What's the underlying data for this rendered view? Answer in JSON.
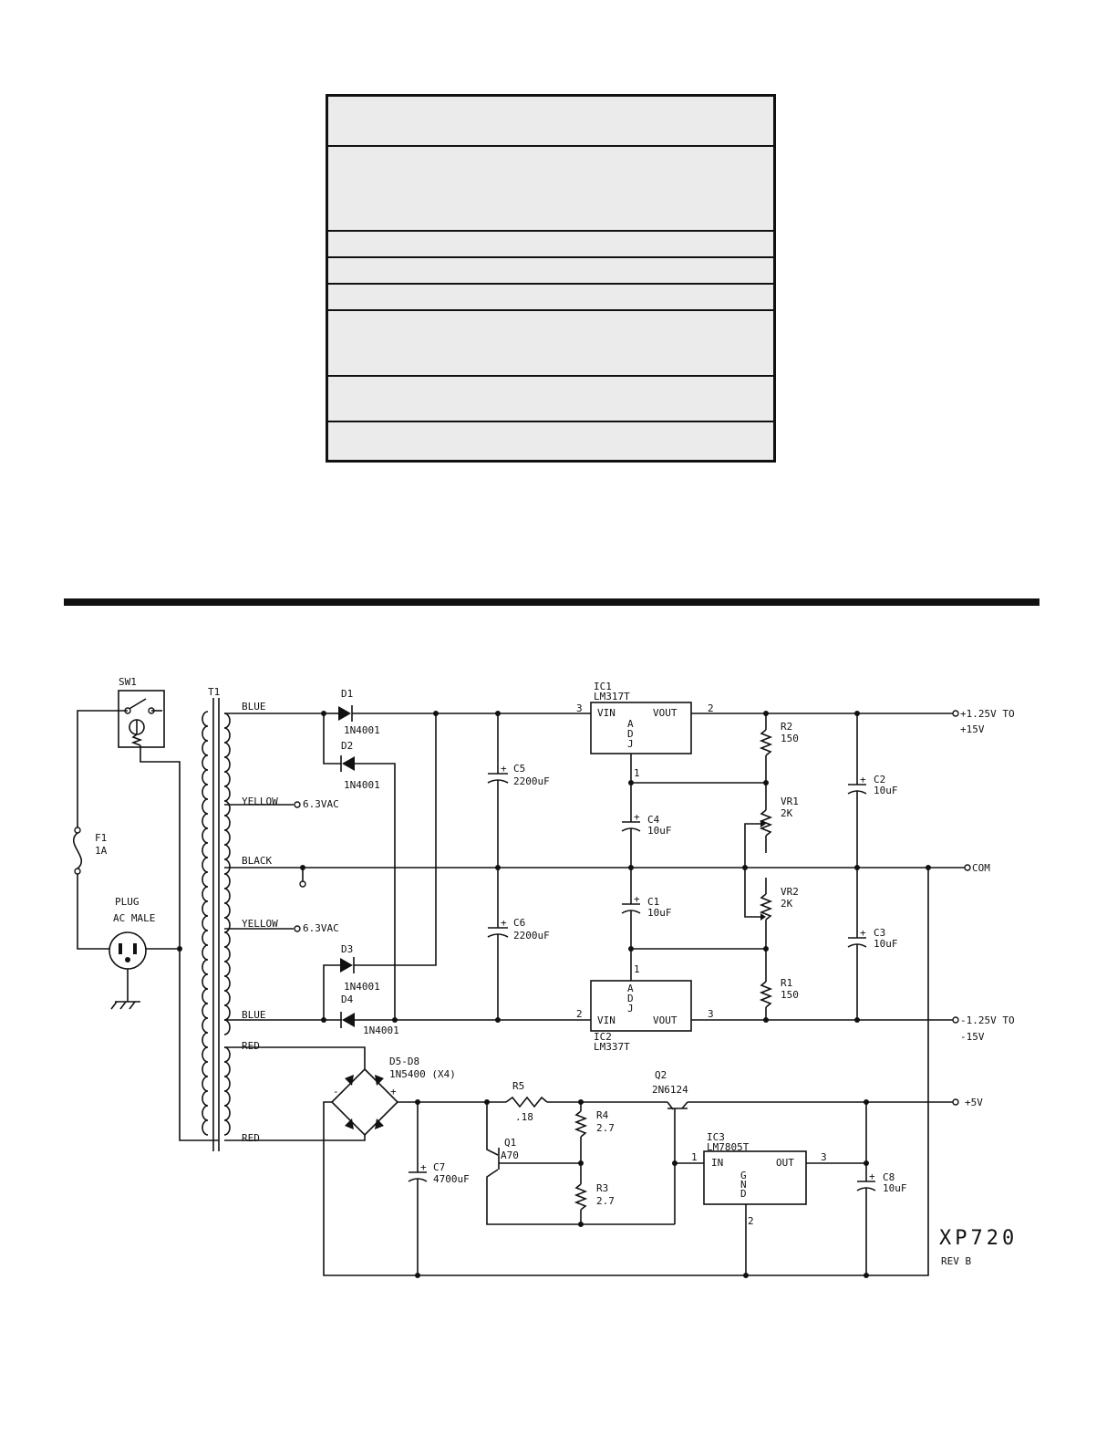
{
  "schematic": {
    "title": "XP720",
    "revision": "REV B",
    "labels": {
      "sw1": "SW1",
      "t1": "T1",
      "f1": "F1",
      "f1_value": "1A",
      "plug": "PLUG",
      "plug_type": "AC MALE",
      "blue_top": "BLUE",
      "yellow_top": "YELLOW",
      "yellow_top_v": "6.3VAC",
      "black": "BLACK",
      "yellow_bot": "YELLOW",
      "yellow_bot_v": "6.3VAC",
      "blue_bot": "BLUE",
      "red_top": "RED",
      "red_bot": "RED",
      "d1": "D1",
      "d1_part": "1N4001",
      "d2": "D2",
      "d2_part": "1N4001",
      "d3": "D3",
      "d3_part": "1N4001",
      "d4": "D4",
      "d4_part": "1N4001",
      "d5d8": "D5-D8",
      "d5d8_part": "1N5400 (X4)",
      "c5": "C5",
      "c5_val": "2200uF",
      "c6": "C6",
      "c6_val": "2200uF",
      "ic1": "IC1",
      "ic1_part": "LM317T",
      "ic2": "IC2",
      "ic2_part": "LM337T",
      "vin": "VIN",
      "vout": "VOUT",
      "adj": "ADJ",
      "c4": "C4",
      "c4_val": "10uF",
      "c1": "C1",
      "c1_val": "10uF",
      "r2": "R2",
      "r2_val": "150",
      "r1": "R1",
      "r1_val": "150",
      "vr1": "VR1",
      "vr1_val": "2K",
      "vr2": "VR2",
      "vr2_val": "2K",
      "c2": "C2",
      "c2_val": "10uF",
      "c3": "C3",
      "c3_val": "10uF",
      "out_pos": "+1.25V TO",
      "out_pos2": "+15V",
      "out_com": "COM",
      "out_neg": "-1.25V TO",
      "out_neg2": "-15V",
      "out_5v": "+5V",
      "r5": "R5",
      "r5_val": ".18",
      "q2": "Q2",
      "q2_part": "2N6124",
      "q1": "Q1",
      "q1_part": "A70",
      "r4": "R4",
      "r4_val": "2.7",
      "r3": "R3",
      "r3_val": "2.7",
      "c7": "C7",
      "c7_val": "4700uF",
      "ic3": "IC3",
      "ic3_part": "LM7805T",
      "in": "IN",
      "out": "OUT",
      "gnd": "GND",
      "c8": "C8",
      "c8_val": "10uF",
      "pin1": "1",
      "pin2": "2",
      "pin3": "3"
    }
  }
}
